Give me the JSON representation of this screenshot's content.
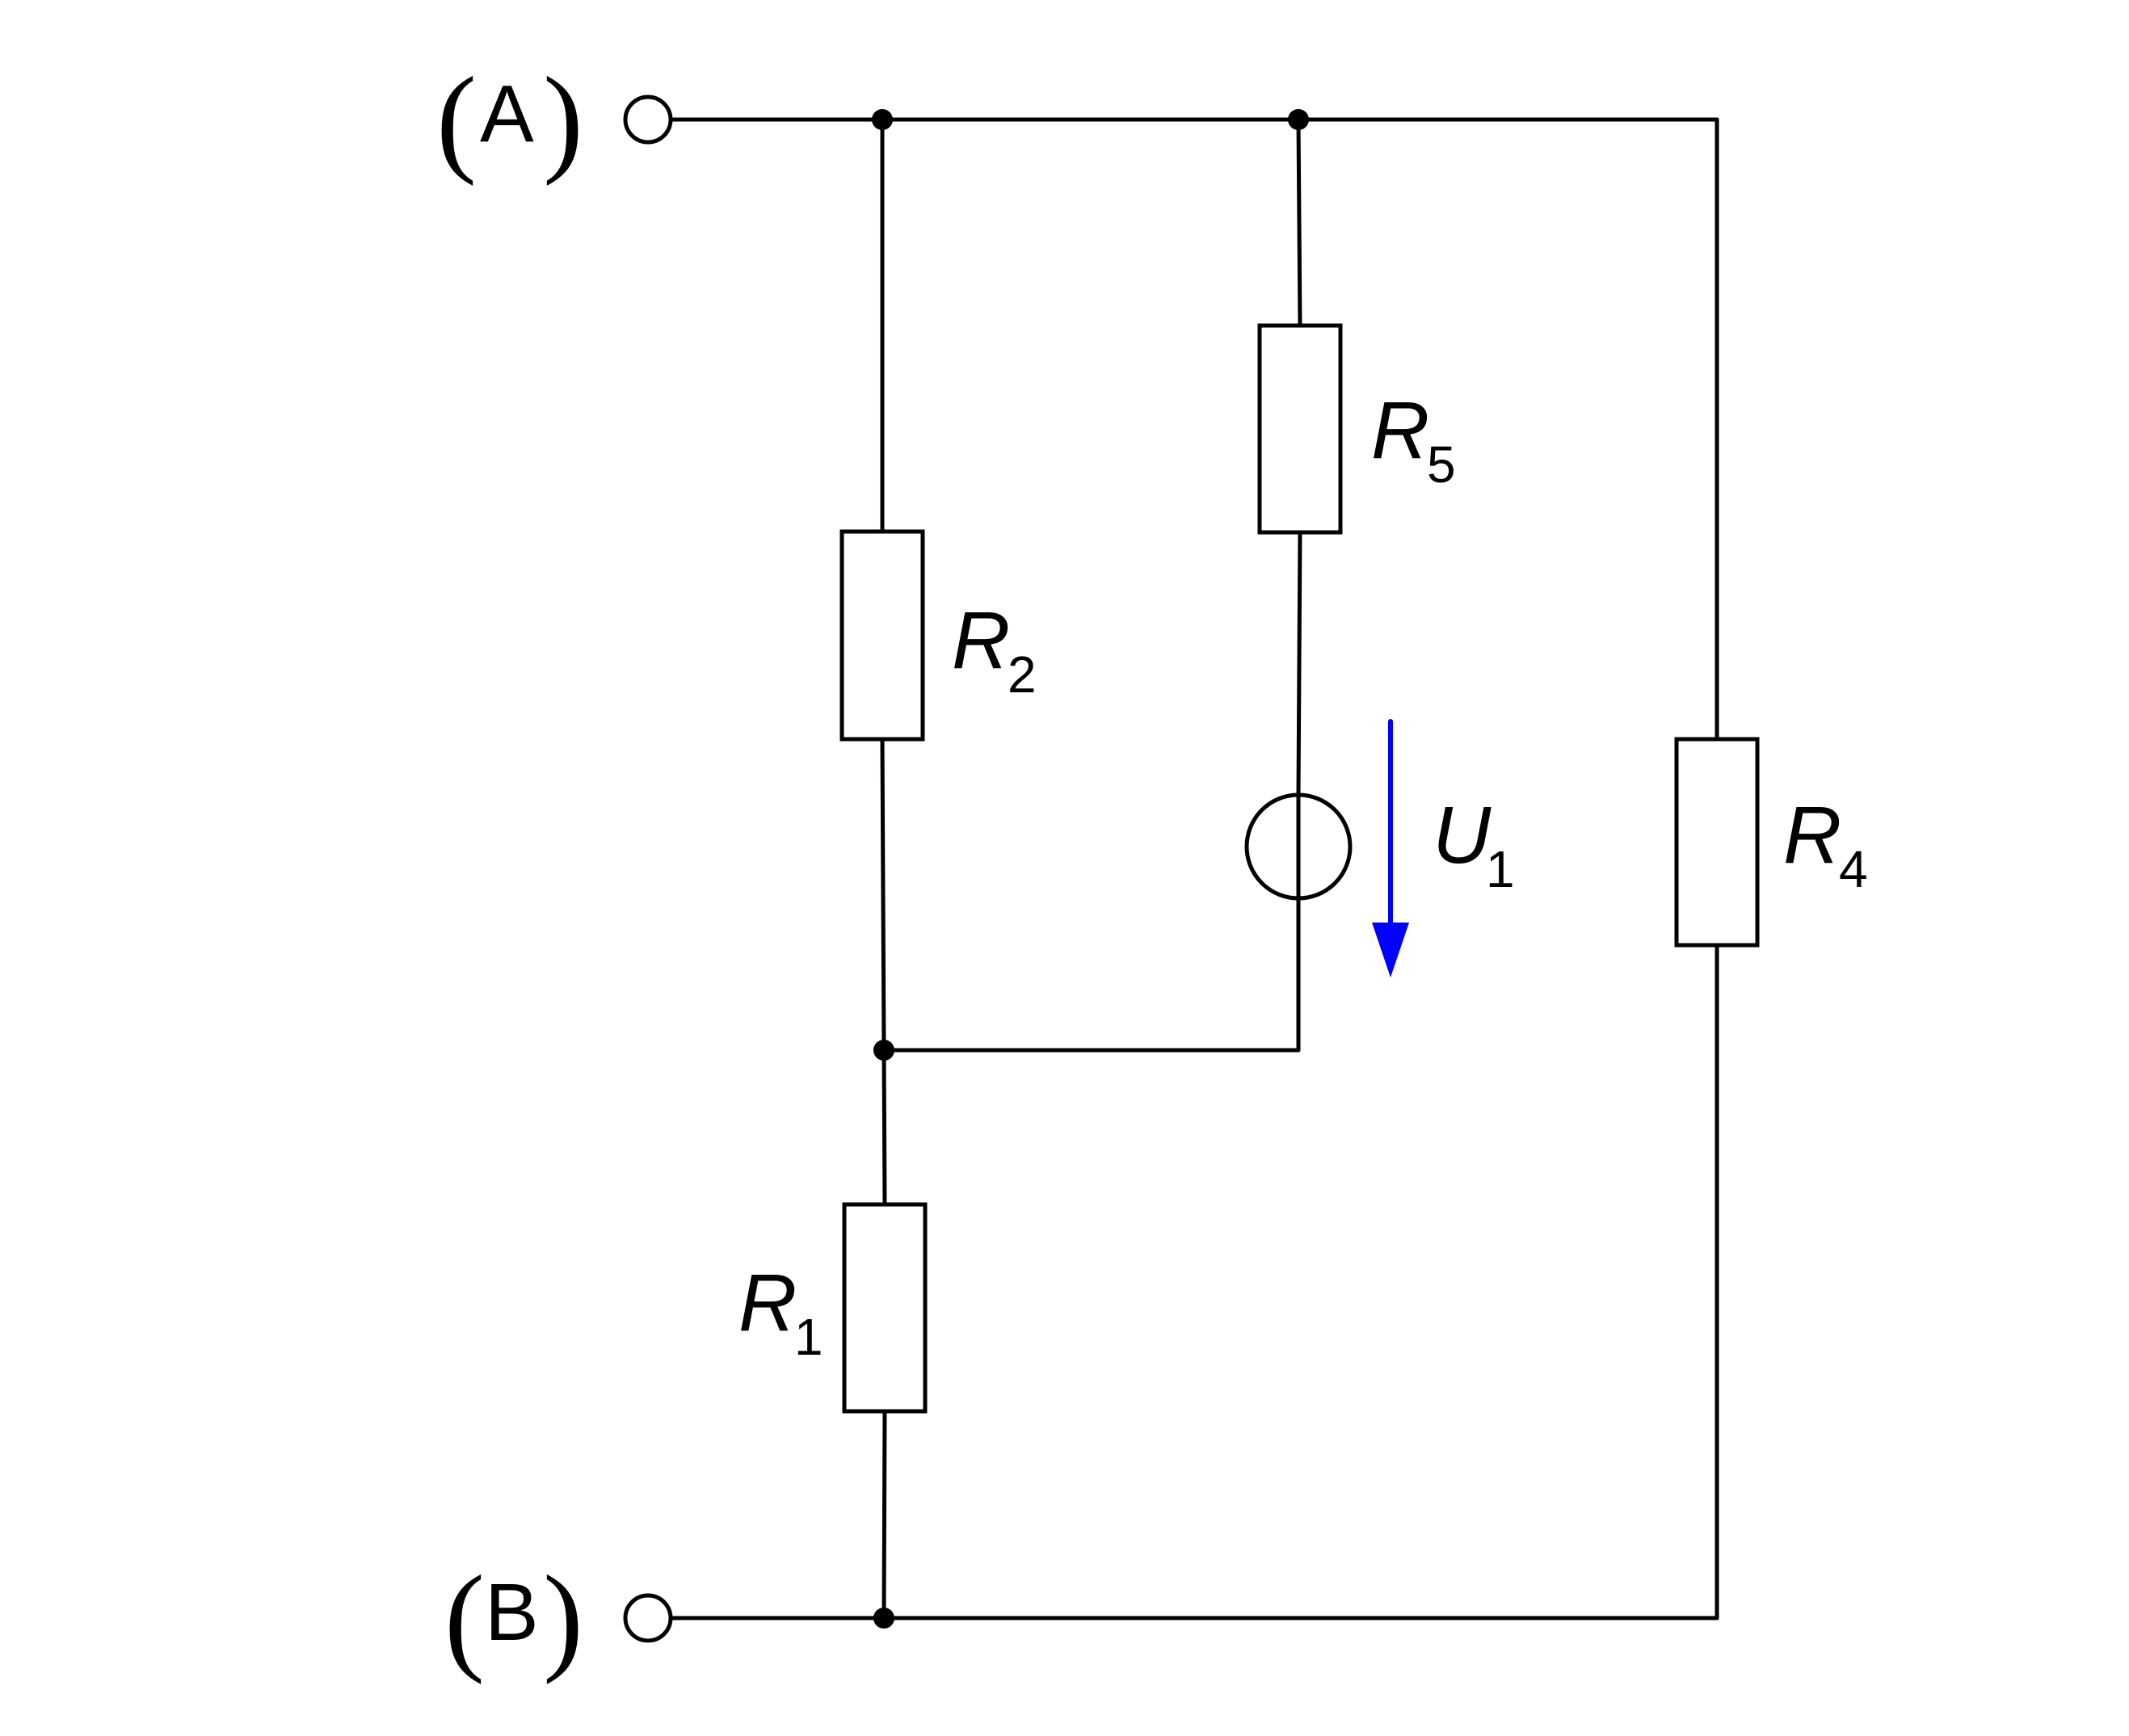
{
  "terminals": {
    "a": {
      "open": "(",
      "letter": "A",
      "close": ")"
    },
    "b": {
      "open": "(",
      "letter": "B",
      "close": ")"
    }
  },
  "components": {
    "r1": {
      "symbol": "R",
      "index": "1"
    },
    "r2": {
      "symbol": "R",
      "index": "2"
    },
    "r4": {
      "symbol": "R",
      "index": "4"
    },
    "r5": {
      "symbol": "R",
      "index": "5"
    },
    "u1": {
      "symbol": "U",
      "index": "1"
    }
  },
  "colors": {
    "wire": "#000000",
    "voltage_arrow": "#0000ff"
  }
}
